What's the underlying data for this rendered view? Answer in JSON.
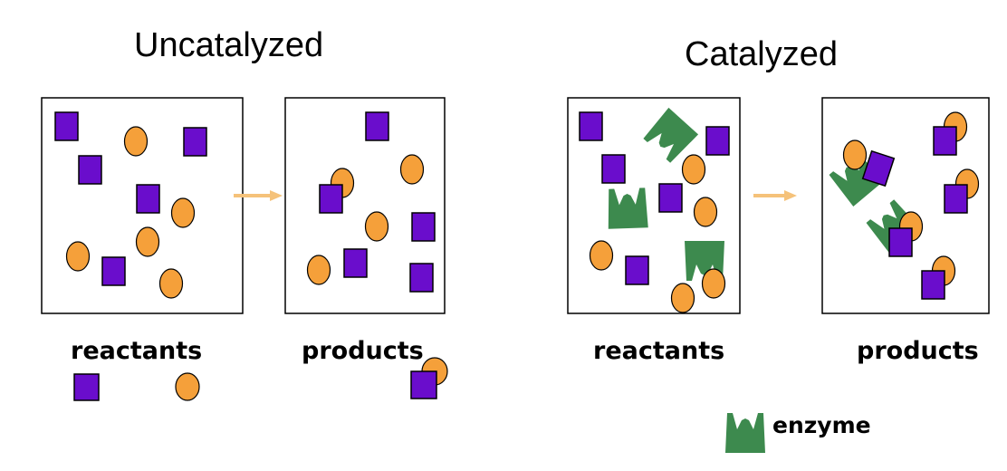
{
  "titles": {
    "uncatalyzed": "Uncatalyzed",
    "catalyzed": "Catalyzed"
  },
  "labels": {
    "uncat_reactants": "reactants",
    "uncat_products": "products",
    "cat_reactants": "reactants",
    "cat_products": "products"
  },
  "legend": {
    "enzyme": "enzyme"
  },
  "colors": {
    "reactant_square": "#6a0dcc",
    "reactant_circle": "#f5a03a",
    "enzyme": "#3d8a4e",
    "arrow": "#f5c27a"
  }
}
